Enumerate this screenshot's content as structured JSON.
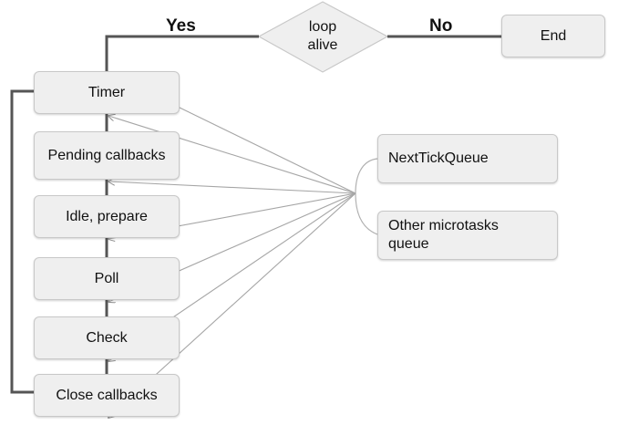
{
  "diagram": {
    "decision": {
      "label_line1": "loop",
      "label_line2": "alive"
    },
    "branches": {
      "yes": "Yes",
      "no": "No"
    },
    "end": "End",
    "phases": [
      "Timer",
      "Pending callbacks",
      "Idle, prepare",
      "Poll",
      "Check",
      "Close callbacks"
    ],
    "queues": {
      "next_tick": "NextTickQueue",
      "other_microtasks_line1": "Other microtasks",
      "other_microtasks_line2": "queue"
    }
  },
  "colors": {
    "box_fill": "#efefef",
    "box_border": "#c8c8c8",
    "main_line": "#555555",
    "arrow_line": "#a6a6a6"
  }
}
